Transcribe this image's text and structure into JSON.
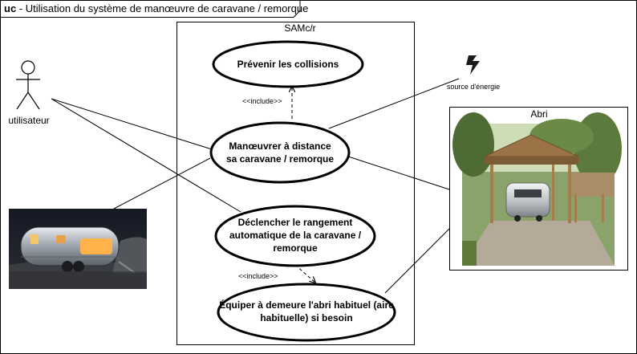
{
  "frame": {
    "keyword": "uc",
    "title": " - Utilisation du système de manœuvre de caravane / remorque"
  },
  "system": {
    "name": "SAMc/r"
  },
  "use_cases": [
    {
      "id": "uc1",
      "lines": [
        "Prévenir les collisions"
      ]
    },
    {
      "id": "uc2",
      "lines": [
        "Manœuvrer à distance",
        "sa caravane / remorque"
      ]
    },
    {
      "id": "uc3",
      "lines": [
        "Déclencher le rangement",
        "automatique de la caravane /",
        "remorque"
      ]
    },
    {
      "id": "uc4",
      "lines": [
        "Équiper à demeure l'abri habituel (aire",
        "habituelle) si besoin"
      ]
    }
  ],
  "relations": {
    "include_label": "<<include>>"
  },
  "actors": {
    "user": {
      "label": "utilisateur",
      "icon": "stick-figure-icon"
    },
    "energy": {
      "label": "source d'énergie",
      "icon": "lightning-icon"
    },
    "shelter": {
      "label": "Abri"
    }
  },
  "colors": {
    "line": "#000000",
    "background": "#ffffff"
  }
}
